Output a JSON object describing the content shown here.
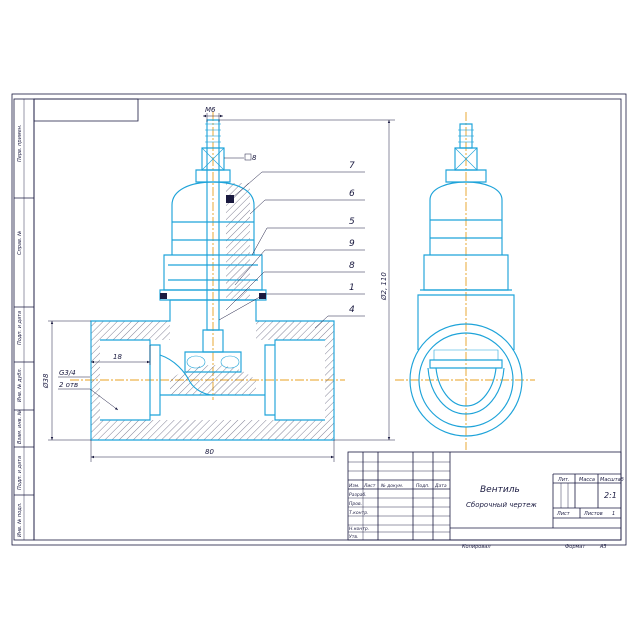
{
  "drawing": {
    "colors": {
      "outline": "#1ea3d9",
      "lines": "#1a1a40",
      "axis": "#e8a020",
      "background": "#ffffff"
    },
    "dimensions": {
      "m6": "M6",
      "sq8": "8",
      "d2_110": "Ø2, 110",
      "d38": "Ø38",
      "len18": "18",
      "len80": "80",
      "thread": "G3/4",
      "holes": "2 отв"
    },
    "callouts": [
      "7",
      "6",
      "5",
      "9",
      "8",
      "1",
      "4"
    ]
  },
  "side_stamp": {
    "labels": [
      "Перв. примен.",
      "Справ. №",
      "Подп. и дата",
      "Инв. № дубл.",
      "Взам. инв. №",
      "Подп. и дата",
      "Инв. № подл."
    ]
  },
  "title_block": {
    "product_name": "Вентиль",
    "doc_type": "Сборочный чертеж",
    "columns": [
      "Изм.",
      "Лист",
      "№ докум.",
      "Подп.",
      "Дата"
    ],
    "roles": [
      "Разраб.",
      "Пров.",
      "Т.контр.",
      "",
      "Н.контр.",
      "Утв."
    ],
    "lit_header": "Лит.",
    "mass_header": "Масса",
    "scale_header": "Масштаб",
    "scale_value": "2:1",
    "sheet_label": "Лист",
    "sheets_label": "Листов",
    "sheets_value": "1",
    "copied": "Копировал",
    "format_label": "Формат",
    "format_value": "А3"
  }
}
